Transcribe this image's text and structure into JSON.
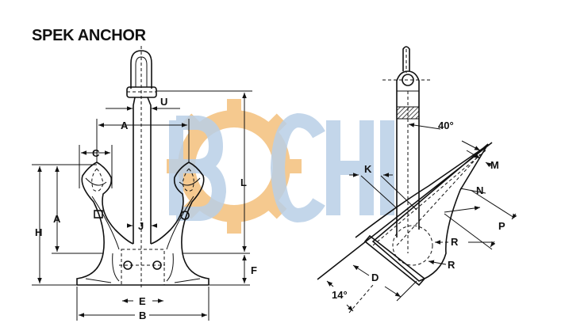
{
  "title": "SPEK ANCHOR",
  "watermark": {
    "text": "BOCHI",
    "letters": [
      "B",
      "C",
      "H",
      "I"
    ],
    "gear_color": "#f5c98f",
    "letter_color": "#b9cfe6"
  },
  "front_view": {
    "labels": {
      "A_top": "A",
      "A_side": "A",
      "B": "B",
      "C": "C",
      "E": "E",
      "F": "F",
      "H": "H",
      "J": "J",
      "L": "L",
      "U": "U"
    }
  },
  "side_view": {
    "labels": {
      "angle_shank": "40°",
      "angle_fluke": "14°",
      "D": "D",
      "K": "K",
      "M": "M",
      "N": "N",
      "P": "P",
      "R1": "R",
      "R2": "R"
    }
  }
}
